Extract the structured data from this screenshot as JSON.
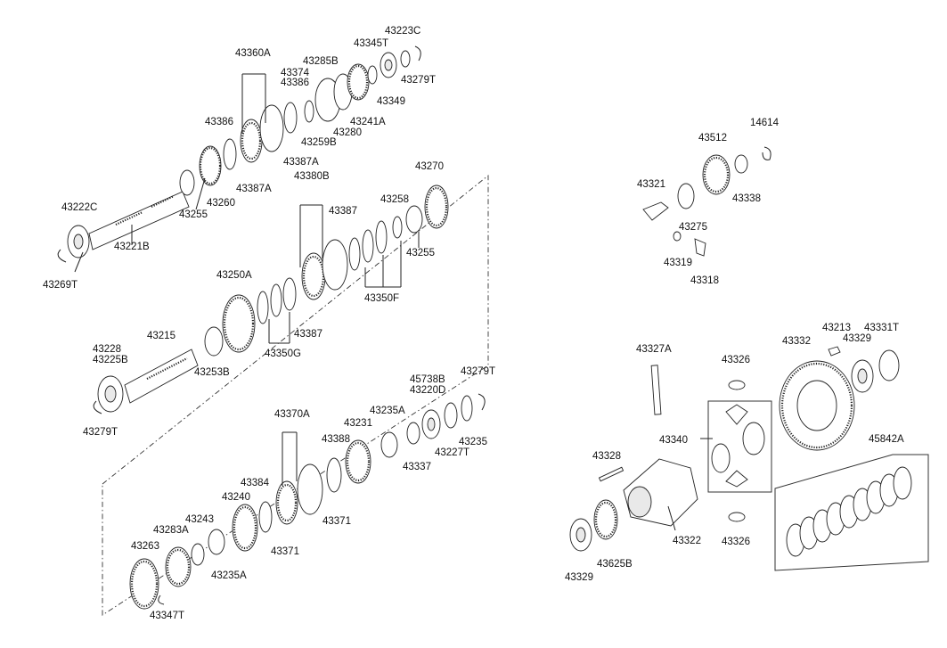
{
  "labels": {
    "l43223C": "43223C",
    "l43345T": "43345T",
    "l43279T_a": "43279T",
    "l43360A": "43360A",
    "l43374": "43374",
    "l43385B": "43285B",
    "l43386_a": "43386",
    "l43349": "43349",
    "l43241A": "43241A",
    "l43280": "43280",
    "l43259B": "43259B",
    "l43386_b": "43386",
    "l43387A_a": "43387A",
    "l43387A_b": "43387A",
    "l43380B": "43380B",
    "l43260": "43260",
    "l43255_a": "43255",
    "l43270": "43270",
    "l43258": "43258",
    "l43387_a": "43387",
    "l43222C": "43222C",
    "l43221B": "43221B",
    "l43269T": "43269T",
    "l43255_b": "43255",
    "l43250A": "43250A",
    "l43350F": "43350F",
    "l43387_b": "43387",
    "l43215": "43215",
    "l43228": "43228",
    "l43225B": "43225B",
    "l43253B": "43253B",
    "l43350G": "43350G",
    "l43279T_b": "43279T",
    "l45738B": "45738B",
    "l43220D": "43220D",
    "l43279T_c": "43279T",
    "l43370A": "43370A",
    "l43235A_a": "43235A",
    "l43231": "43231",
    "l43388": "43388",
    "l43235": "43235",
    "l43227T": "43227T",
    "l43337": "43337",
    "l43384": "43384",
    "l43240": "43240",
    "l43371_a": "43371",
    "l43371_b": "43371",
    "l43243": "43243",
    "l43283A": "43283A",
    "l43263": "43263",
    "l43235A_b": "43235A",
    "l43347T": "43347T",
    "l14614": "14614",
    "l43512": "43512",
    "l43321": "43321",
    "l43338": "43338",
    "l43275": "43275",
    "l43319": "43319",
    "l43318": "43318",
    "l43327A": "43327A",
    "l43326_a": "43326",
    "l43213": "43213",
    "l43331T": "43331T",
    "l43332": "43332",
    "l43329_a": "43329",
    "l43340": "43340",
    "l45842A": "45842A",
    "l43328": "43328",
    "l43322": "43322",
    "l43326_b": "43326",
    "l43625B": "43625B",
    "l43329_b": "43329"
  }
}
